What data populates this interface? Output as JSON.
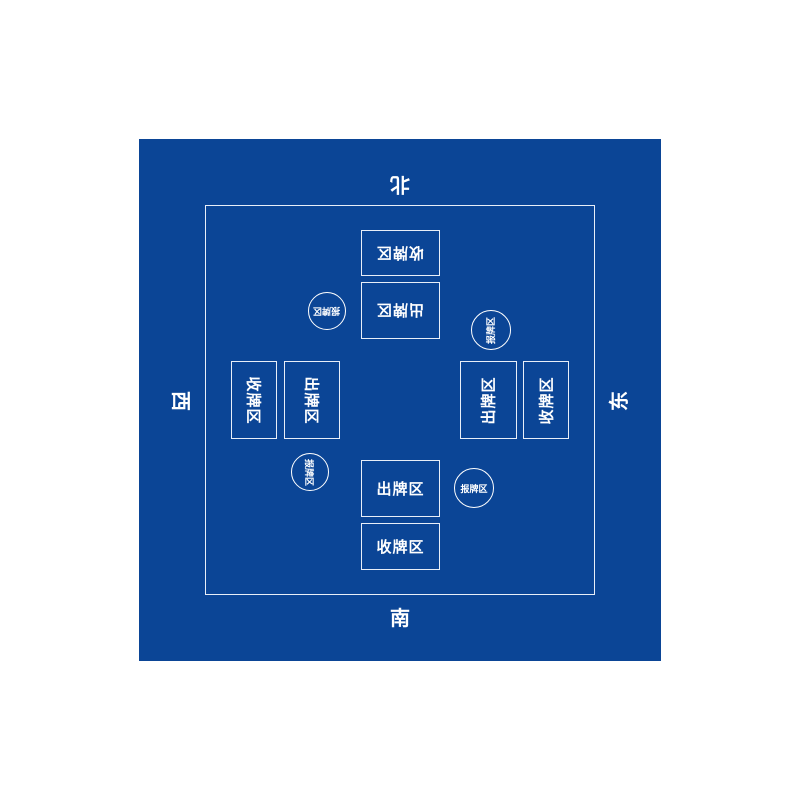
{
  "colors": {
    "mat": "#0b4596",
    "lines": "#e8eef8"
  },
  "directions": {
    "north": "北",
    "south": "南",
    "west": "西",
    "east": "东"
  },
  "zones": {
    "collect": "收牌区",
    "play": "出牌区",
    "declare": "报牌区"
  }
}
